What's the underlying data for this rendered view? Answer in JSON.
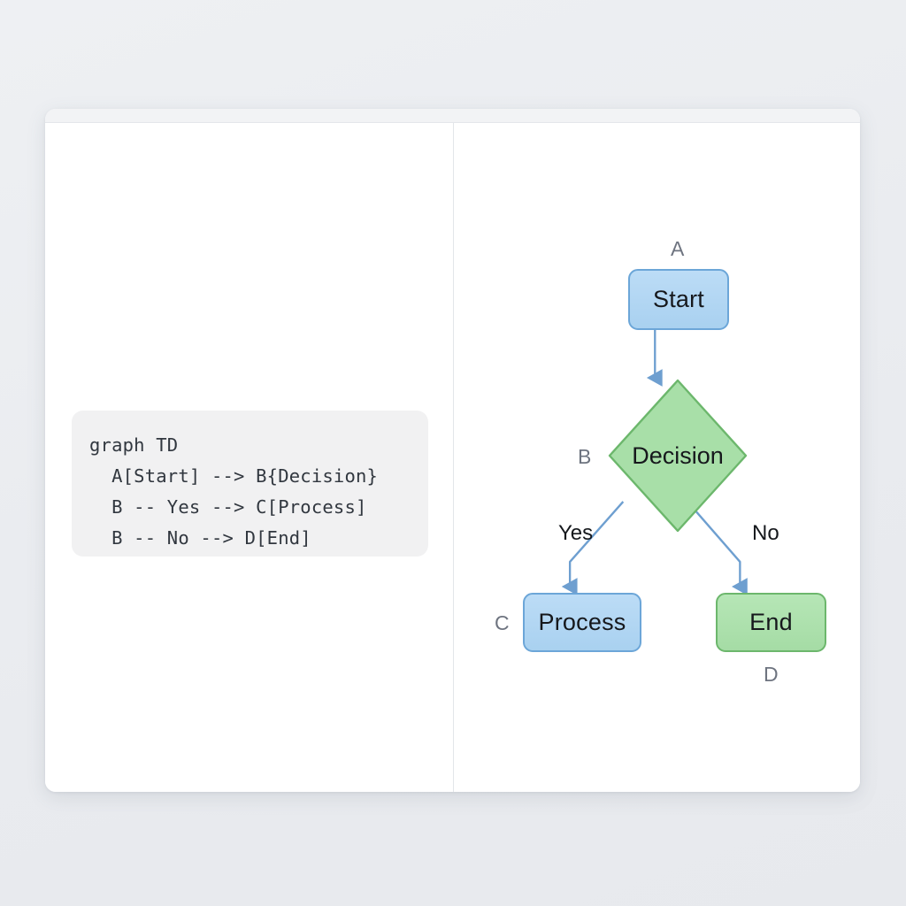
{
  "page": {
    "background_color": "#eef0f3"
  },
  "card": {
    "background_color": "#ffffff",
    "titlebar_color": "#f2f3f5"
  },
  "code_panel": {
    "background_color": "#f1f1f2",
    "language": "mermaid",
    "lines": [
      "graph TD",
      "  A[Start] --> B{Decision}",
      "  B -- Yes --> C[Process]",
      "  B -- No --> D[End]"
    ]
  },
  "diagram": {
    "direction": "TD",
    "colors": {
      "blue_fill": "#aed4f2",
      "blue_stroke": "#6ca6d8",
      "green_fill": "#a8dfa8",
      "green_stroke": "#6cb76c",
      "edge_stroke": "#6e9fd0"
    },
    "nodes": [
      {
        "id": "A",
        "label": "Start",
        "shape": "rounded-rect",
        "color": "blue"
      },
      {
        "id": "B",
        "label": "Decision",
        "shape": "diamond",
        "color": "green"
      },
      {
        "id": "C",
        "label": "Process",
        "shape": "rounded-rect",
        "color": "blue"
      },
      {
        "id": "D",
        "label": "End",
        "shape": "rounded-rect",
        "color": "green"
      }
    ],
    "edges": [
      {
        "from": "A",
        "to": "B",
        "label": ""
      },
      {
        "from": "B",
        "to": "C",
        "label": "Yes"
      },
      {
        "from": "B",
        "to": "D",
        "label": "No"
      }
    ]
  }
}
